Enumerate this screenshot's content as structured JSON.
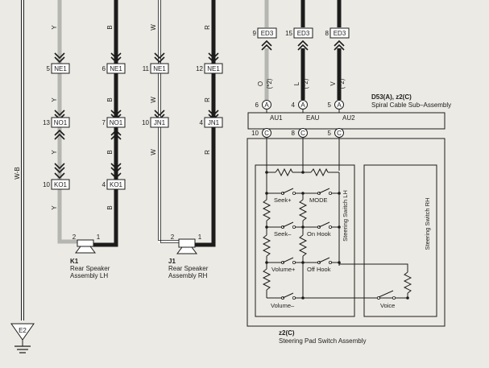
{
  "ground": {
    "wire_color": "W-B",
    "label": "E2"
  },
  "wires_left": [
    {
      "color": "Y",
      "top_connector": "NE1",
      "top_pin": "5",
      "mid_connector": "NO1",
      "mid_pin": "13",
      "bottom_connector": "KO1",
      "bottom_pin": "10"
    },
    {
      "color": "B",
      "top_connector": "NE1",
      "top_pin": "6",
      "mid_connector": "NO1",
      "mid_pin": "7",
      "bottom_connector": "KO1",
      "bottom_pin": "4"
    },
    {
      "color": "W",
      "top_connector": "NE1",
      "top_pin": "11",
      "mid_connector": "JN1",
      "mid_pin": "10"
    },
    {
      "color": "R",
      "top_connector": "NE1",
      "top_pin": "12",
      "mid_connector": "JN1",
      "mid_pin": "4"
    }
  ],
  "speakers": [
    {
      "id": "K1",
      "name": "Rear Speaker",
      "name2": "Assembly LH",
      "pin_a": "2",
      "pin_b": "1"
    },
    {
      "id": "J1",
      "name": "Rear Speaker",
      "name2": "Assembly RH",
      "pin_a": "2",
      "pin_b": "1"
    }
  ],
  "ed3": [
    {
      "pin": "9",
      "connector": "ED3",
      "color": "O",
      "note": "(*2)"
    },
    {
      "pin": "15",
      "connector": "ED3",
      "color": "L",
      "note": "(*2)"
    },
    {
      "pin": "8",
      "connector": "ED3",
      "color": "V",
      "note": "(*2)"
    }
  ],
  "spiral": {
    "code": "D53(A), z2(C)",
    "name": "Spiral Cable Sub–Assembly",
    "top_pins": [
      "6",
      "4",
      "5"
    ],
    "top_letter": "A",
    "labels": [
      "AU1",
      "EAU",
      "AU2"
    ],
    "bottom_pins": [
      "10",
      "8",
      "5"
    ],
    "bottom_letter": "C"
  },
  "switch_lh": {
    "name": "Steering Switch LH",
    "labels": [
      "Seek+",
      "MODE",
      "Seek–",
      "On Hook",
      "Volume+",
      "Off Hook",
      "Volume–"
    ]
  },
  "switch_rh": {
    "name": "Steering Switch RH",
    "voice": "Voice"
  },
  "pad": {
    "code": "z2(C)",
    "name": "Steering Pad Switch Assembly"
  }
}
